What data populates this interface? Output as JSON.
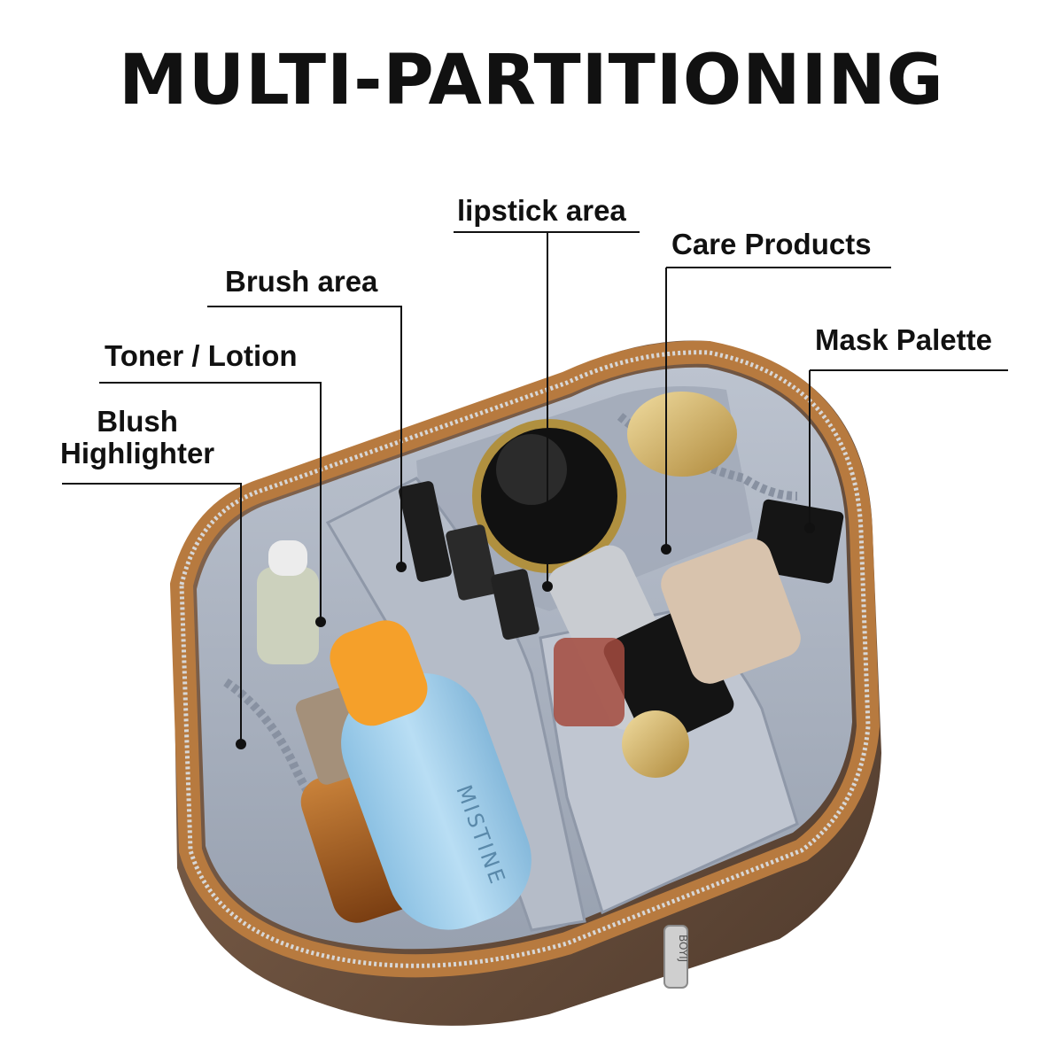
{
  "headline": "MULTI-PARTITIONING",
  "callouts": {
    "lipstick_area": "lipstick area",
    "care_products": "Care Products",
    "brush_area": "Brush area",
    "mask_palette": "Mask Palette",
    "toner_lotion": "Toner / Lotion",
    "blush_line1": "Blush",
    "blush_line2": "Highlighter"
  },
  "product_print": {
    "bottle_brand": "MISTINE",
    "zipper_tag": "BOYIJ"
  },
  "colors": {
    "leather_tan": "#b77a3f",
    "shell_brown": "#6b5140",
    "lining_grey": "#aab2c0",
    "bottle_orange": "#f5a02a",
    "bottle_blue": "#a9d4ee"
  }
}
